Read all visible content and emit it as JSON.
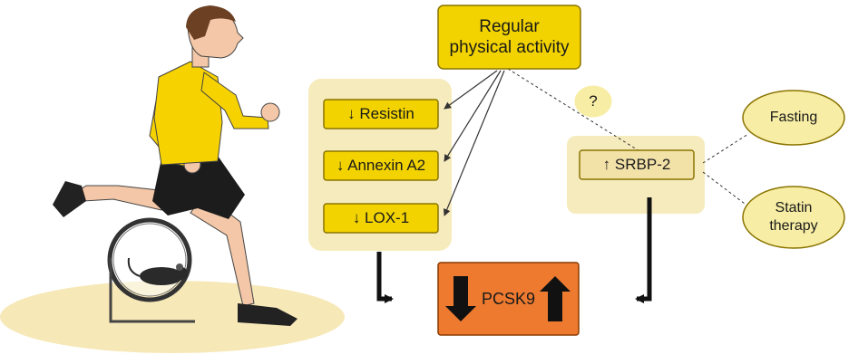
{
  "activity": {
    "label": "Regular\nphysical activity"
  },
  "question": {
    "label": "?"
  },
  "left_group": {
    "items": [
      {
        "label": "↓ Resistin"
      },
      {
        "label": "↓ Annexin  A2"
      },
      {
        "label": "↓ LOX-1"
      }
    ]
  },
  "srbp": {
    "label": "↑ SRBP-2"
  },
  "fasting": {
    "label": "Fasting"
  },
  "statin": {
    "label": "Statin\ntherapy"
  },
  "pcsk9": {
    "label": "PCSK9"
  },
  "colors": {
    "yellow": "#f2d300",
    "yellow_border": "#8a7400",
    "panel": "#f6ebbc",
    "ellipse": "#f7eda4",
    "srbp_box": "#f3e2a8",
    "pcsk9": "#ee7a30",
    "shirt": "#f6d200",
    "skin": "#f3c7a7",
    "hair": "#6b4023",
    "ground": "#f7e8b8"
  }
}
